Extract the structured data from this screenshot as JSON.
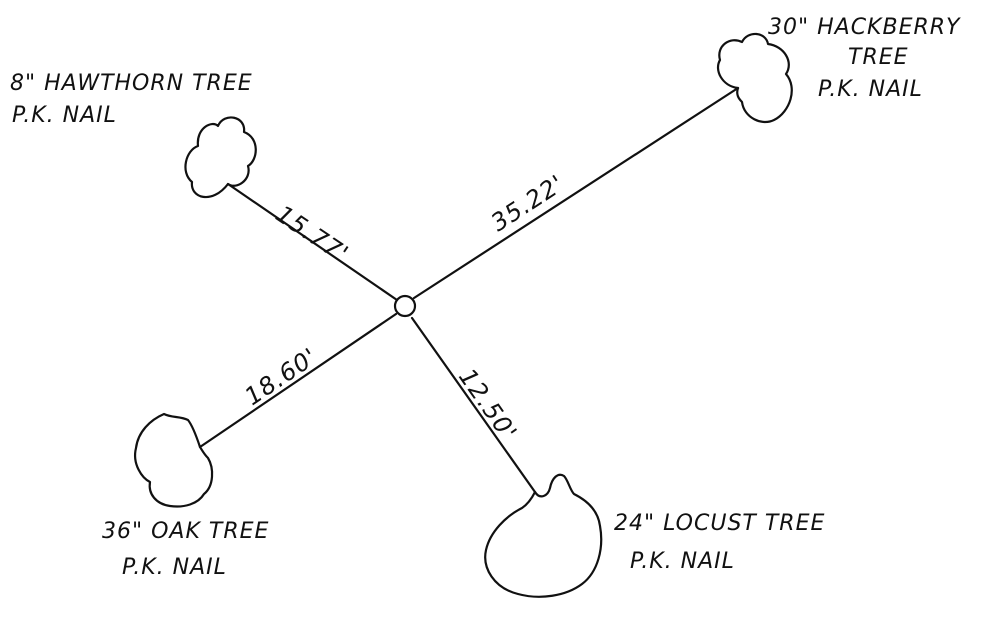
{
  "center_point": "survey-point",
  "trees": [
    {
      "id": "hawthorn",
      "label_line1": "8\" HAWTHORN TREE",
      "label_line2": "P.K. NAIL",
      "distance": "15.77'"
    },
    {
      "id": "hackberry",
      "label_line1": "30\" HACKBERRY",
      "label_line2": "TREE",
      "label_line3": "P.K. NAIL",
      "distance": "35.22'"
    },
    {
      "id": "oak",
      "label_line1": "36\" OAK TREE",
      "label_line2": "P.K. NAIL",
      "distance": "18.60'"
    },
    {
      "id": "locust",
      "label_line1": "24\" LOCUST TREE",
      "label_line2": "P.K. NAIL",
      "distance": "12.50'"
    }
  ]
}
